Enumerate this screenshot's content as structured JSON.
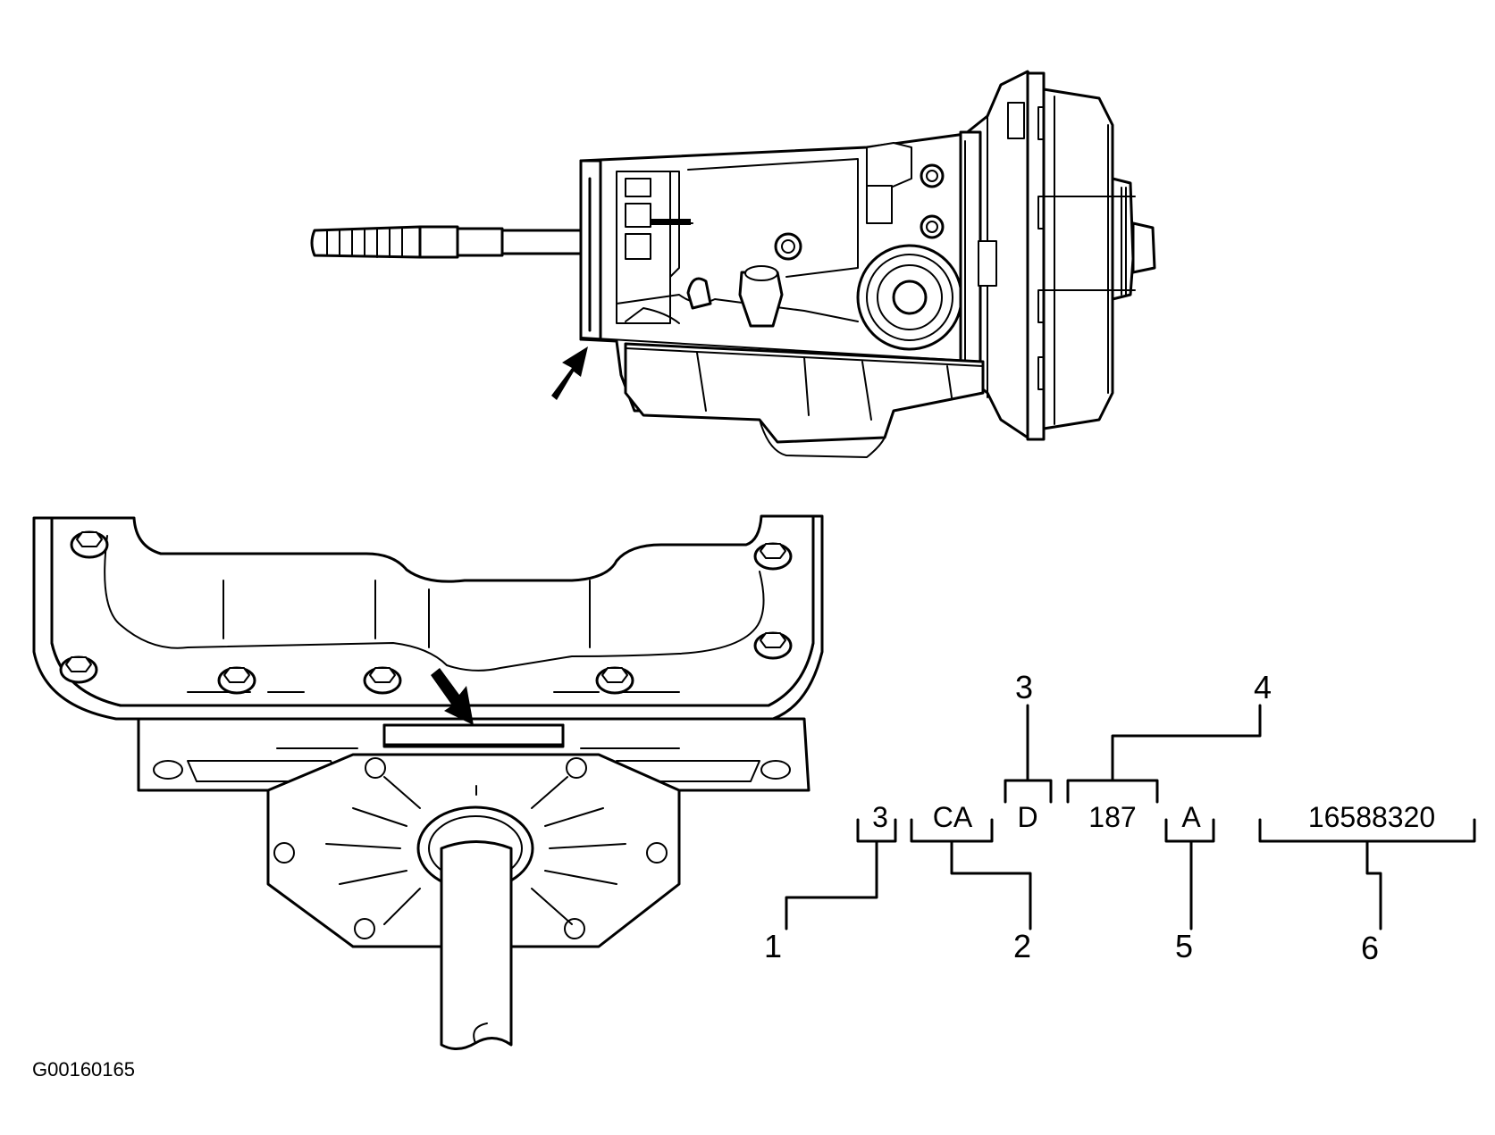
{
  "figure_id": "G00160165",
  "id_code": {
    "segments": [
      {
        "code": "3",
        "callout": "1"
      },
      {
        "code": "CA",
        "callout": "2"
      },
      {
        "code": "D",
        "callout": "3"
      },
      {
        "code": "187",
        "callout": "4"
      },
      {
        "code": "A",
        "callout": "5"
      },
      {
        "code": "16588320",
        "callout": "6"
      }
    ]
  }
}
